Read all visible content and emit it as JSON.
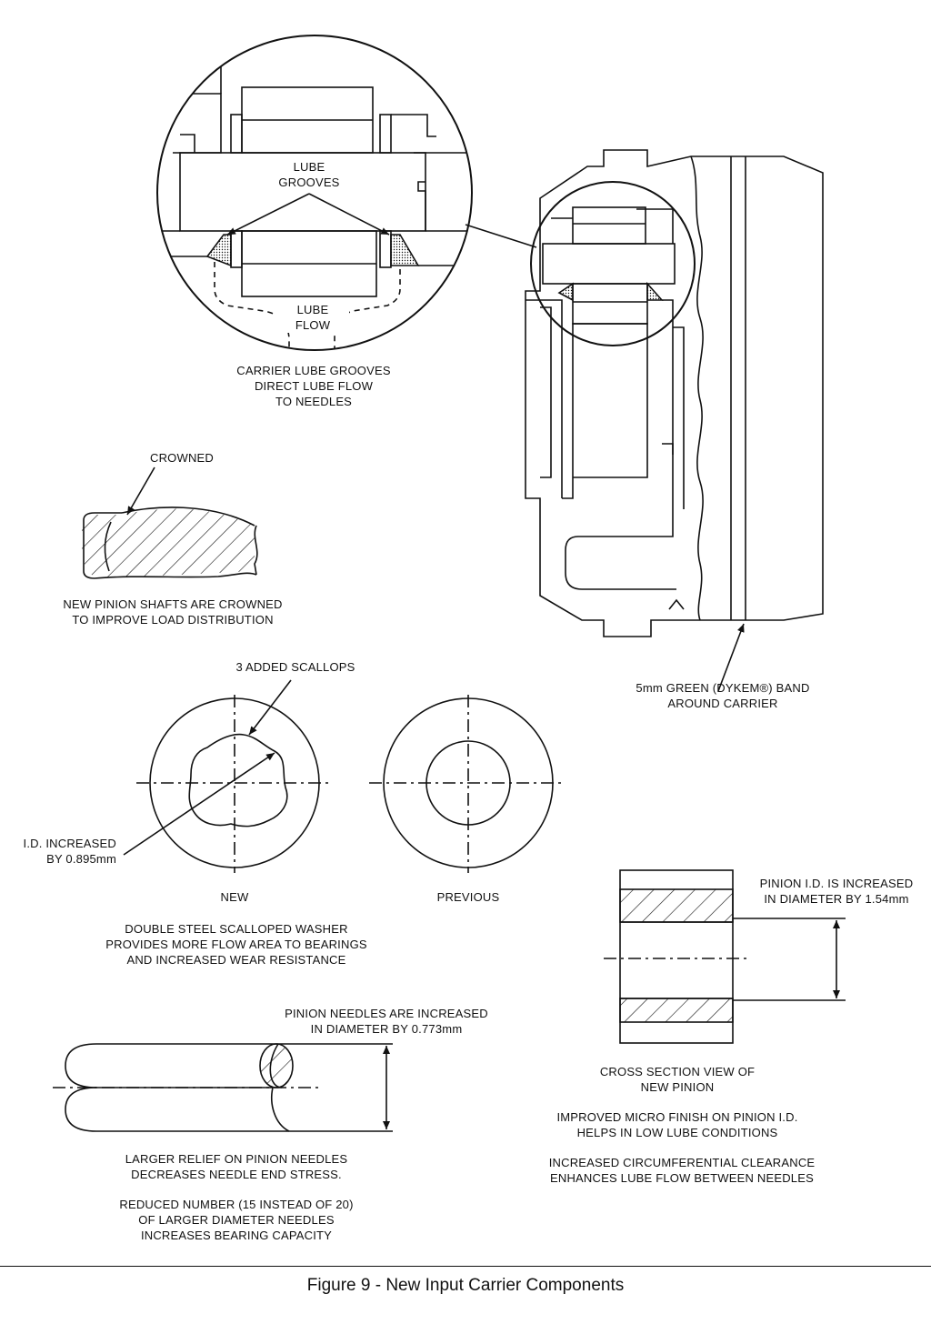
{
  "labels": {
    "lube_grooves": [
      "LUBE",
      "GROOVES"
    ],
    "lube_flow": [
      "LUBE",
      "FLOW"
    ],
    "carrier_lube": [
      "CARRIER LUBE GROOVES",
      "DIRECT LUBE FLOW",
      "TO NEEDLES"
    ],
    "crowned": "CROWNED",
    "pinion_shafts": [
      "NEW PINION SHAFTS ARE CROWNED",
      "TO IMPROVE LOAD DISTRIBUTION"
    ],
    "green_band": [
      "5mm GREEN (DYKEM®) BAND",
      "AROUND CARRIER"
    ],
    "scallops": "3 ADDED SCALLOPS",
    "id_increased": [
      "I.D. INCREASED",
      "BY 0.895mm"
    ],
    "new": "NEW",
    "previous": "PREVIOUS",
    "washer": [
      "DOUBLE STEEL SCALLOPED WASHER",
      "PROVIDES MORE FLOW AREA TO BEARINGS",
      "AND INCREASED WEAR RESISTANCE"
    ],
    "pinion_id": [
      "PINION I.D. IS INCREASED",
      "IN DIAMETER BY 1.54mm"
    ],
    "needles_diam": [
      "PINION NEEDLES ARE INCREASED",
      "IN DIAMETER BY 0.773mm"
    ],
    "cross_section": [
      "CROSS SECTION VIEW OF",
      "NEW PINION"
    ],
    "micro_finish": [
      "IMPROVED MICRO FINISH ON PINION I.D.",
      "HELPS IN LOW LUBE CONDITIONS"
    ],
    "clearance": [
      "INCREASED CIRCUMFERENTIAL CLEARANCE",
      "ENHANCES LUBE FLOW BETWEEN NEEDLES"
    ],
    "relief": [
      "LARGER RELIEF ON PINION NEEDLES",
      "DECREASES NEEDLE END STRESS."
    ],
    "reduced": [
      "REDUCED NUMBER (15 INSTEAD OF 20)",
      "OF LARGER DIAMETER NEEDLES",
      "INCREASES BEARING CAPACITY"
    ]
  },
  "caption": "Figure 9 - New Input Carrier Components"
}
